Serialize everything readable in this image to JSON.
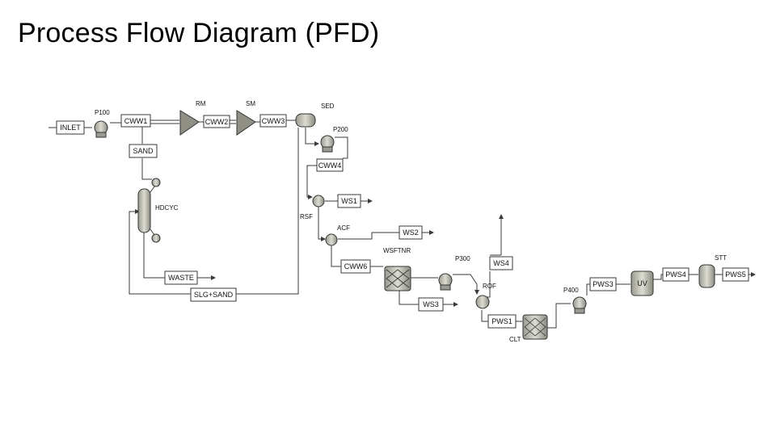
{
  "title": "Process Flow Diagram (PFD)",
  "colors": {
    "equipment_fill": "#c9c9bd",
    "equipment_dark": "#7a7a70",
    "line": "#3a3a3a",
    "text": "#111111"
  },
  "units": {
    "p100": "P100",
    "rm": "RM",
    "sm": "SM",
    "sed": "SED",
    "p200": "P200",
    "hdcyc": "HDCYC",
    "rsf": "RSF",
    "acf": "ACF",
    "wsftnr": "WSFTNR",
    "p300": "P300",
    "rof": "ROF",
    "clt": "CLT",
    "p400": "P400",
    "stt": "STT"
  },
  "streams": {
    "inlet": "INLET",
    "cww1": "CWW1",
    "cww2": "CWW2",
    "cww3": "CWW3",
    "cww4": "CWW4",
    "sand": "SAND",
    "waste": "WASTE",
    "slg_sand": "SLG+SAND",
    "ws1": "WS1",
    "ws2": "WS2",
    "cww6": "CWW6",
    "ws3": "WS3",
    "ws4": "WS4",
    "pws1": "PWS1",
    "pws3": "PWS3",
    "uv": "UV",
    "pws4": "PWS4",
    "pws5": "PWS5"
  }
}
